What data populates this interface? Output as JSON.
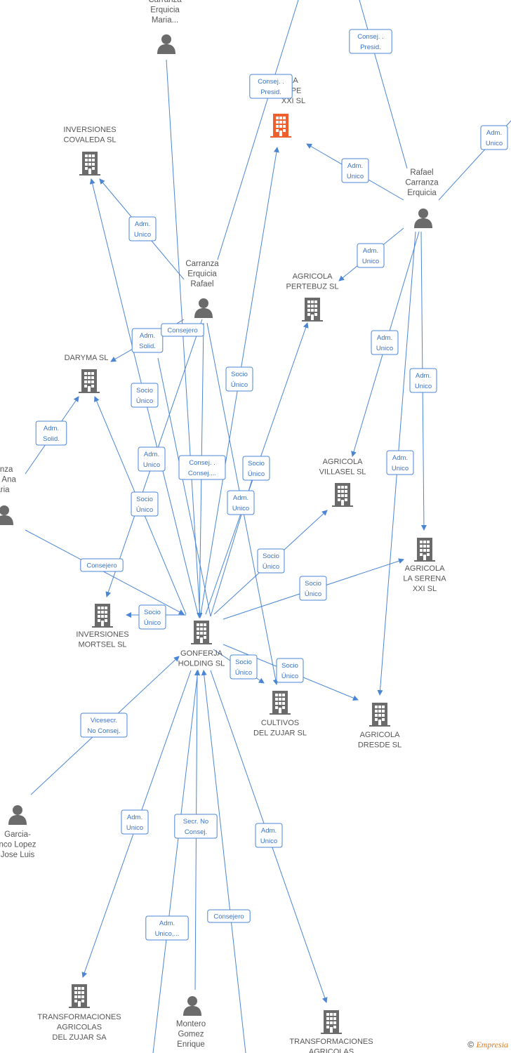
{
  "colors": {
    "edge": "#4a86d4",
    "building": "#6b6b6b",
    "focus": "#f0602e",
    "person": "#6b6b6b"
  },
  "nodes": [
    {
      "id": "gonferja",
      "type": "company",
      "label": [
        "GONFERJA",
        "HOLDING SL"
      ]
    },
    {
      "id": "focus",
      "type": "company",
      "focus": true,
      "label": [
        "LA",
        "UPE",
        "XXI  SL"
      ]
    },
    {
      "id": "covaleda",
      "type": "company",
      "label": [
        "INVERSIONES",
        "COVALEDA  SL"
      ]
    },
    {
      "id": "pertebuz",
      "type": "company",
      "label": [
        "AGRICOLA",
        "PERTEBUZ  SL"
      ]
    },
    {
      "id": "daryma",
      "type": "company",
      "label": [
        "DARYMA SL"
      ]
    },
    {
      "id": "villasel",
      "type": "company",
      "label": [
        "AGRICOLA",
        "VILLASEL  SL"
      ]
    },
    {
      "id": "serena",
      "type": "company",
      "label": [
        "AGRICOLA",
        "LA SERENA",
        "XXI  SL"
      ]
    },
    {
      "id": "mortsel",
      "type": "company",
      "label": [
        "INVERSIONES",
        "MORTSEL  SL"
      ]
    },
    {
      "id": "cultivos",
      "type": "company",
      "label": [
        "CULTIVOS",
        "DEL ZUJAR  SL"
      ]
    },
    {
      "id": "dresde",
      "type": "company",
      "label": [
        "AGRICOLA",
        "DRESDE  SL"
      ]
    },
    {
      "id": "transf1",
      "type": "company",
      "label": [
        "TRANSFORMACIONES",
        "AGRICOLAS",
        "DEL ZUJAR SA"
      ]
    },
    {
      "id": "transf2",
      "type": "company",
      "label": [
        "TRANSFORMACIONES",
        "AGRICOLAS"
      ]
    },
    {
      "id": "p_maria",
      "type": "person",
      "label": [
        "Carranza",
        "Erquicia",
        "Maria..."
      ]
    },
    {
      "id": "p_rafael_c",
      "type": "person",
      "label": [
        "Rafael",
        "Carranza",
        "Erquicia"
      ]
    },
    {
      "id": "p_carranza_r",
      "type": "person",
      "label": [
        "Carranza",
        "Erquicia",
        "Rafael"
      ]
    },
    {
      "id": "p_ana",
      "type": "person",
      "label": [
        "ranza",
        "cia Ana",
        "aria"
      ]
    },
    {
      "id": "p_garcia",
      "type": "person",
      "label": [
        "Garcia-",
        "nco Lopez",
        "Jose Luis"
      ]
    },
    {
      "id": "p_montero",
      "type": "person",
      "label": [
        "Montero",
        "Gomez",
        "Enrique"
      ]
    }
  ],
  "relations": [
    {
      "id": "r1",
      "lines": [
        "Consej. .",
        "Presid."
      ]
    },
    {
      "id": "r2",
      "lines": [
        "Consej. .",
        "Presid."
      ]
    },
    {
      "id": "r3",
      "lines": [
        "Adm.",
        "Unico"
      ]
    },
    {
      "id": "r4",
      "lines": [
        "Adm.",
        "Unico"
      ]
    },
    {
      "id": "r5",
      "lines": [
        "Adm.",
        "Unico"
      ]
    },
    {
      "id": "r6",
      "lines": [
        "Adm.",
        "Unico"
      ]
    },
    {
      "id": "r7",
      "lines": [
        "Adm.",
        "Solid."
      ]
    },
    {
      "id": "r8",
      "lines": [
        "Consejero"
      ]
    },
    {
      "id": "r9",
      "lines": [
        "Socio",
        "Único"
      ]
    },
    {
      "id": "r10",
      "lines": [
        "Adm.",
        "Unico"
      ]
    },
    {
      "id": "r11",
      "lines": [
        "Adm.",
        "Unico"
      ]
    },
    {
      "id": "r12",
      "lines": [
        "Socio",
        "Único"
      ]
    },
    {
      "id": "r13",
      "lines": [
        "Adm.",
        "Solid."
      ]
    },
    {
      "id": "r14",
      "lines": [
        "Adm.",
        "Unico"
      ]
    },
    {
      "id": "r15",
      "lines": [
        "Consej. .",
        "Consej...."
      ]
    },
    {
      "id": "r16",
      "lines": [
        "Socio",
        "Único"
      ]
    },
    {
      "id": "r17",
      "lines": [
        "Adm.",
        "Unico"
      ]
    },
    {
      "id": "r18",
      "lines": [
        "Socio",
        "Único"
      ]
    },
    {
      "id": "r19",
      "lines": [
        "Adm.",
        "Unico"
      ]
    },
    {
      "id": "r20",
      "lines": [
        "Consejero"
      ]
    },
    {
      "id": "r21",
      "lines": [
        "Socio",
        "Único"
      ]
    },
    {
      "id": "r22",
      "lines": [
        "Socio",
        "Único"
      ]
    },
    {
      "id": "r23",
      "lines": [
        "Socio",
        "Único"
      ]
    },
    {
      "id": "r24",
      "lines": [
        "Socio",
        "Único"
      ]
    },
    {
      "id": "r25",
      "lines": [
        "Socio",
        "Único"
      ]
    },
    {
      "id": "r26",
      "lines": [
        "Vicesecr.",
        "No Consej."
      ]
    },
    {
      "id": "r27",
      "lines": [
        "Adm.",
        "Unico"
      ]
    },
    {
      "id": "r28",
      "lines": [
        "Secr.  No",
        "Consej."
      ]
    },
    {
      "id": "r29",
      "lines": [
        "Adm.",
        "Unico"
      ]
    },
    {
      "id": "r30",
      "lines": [
        "Adm.",
        "Unico,..."
      ]
    },
    {
      "id": "r31",
      "lines": [
        "Consejero"
      ]
    }
  ],
  "footer": {
    "copyright": "©",
    "brand": "Empresia"
  }
}
